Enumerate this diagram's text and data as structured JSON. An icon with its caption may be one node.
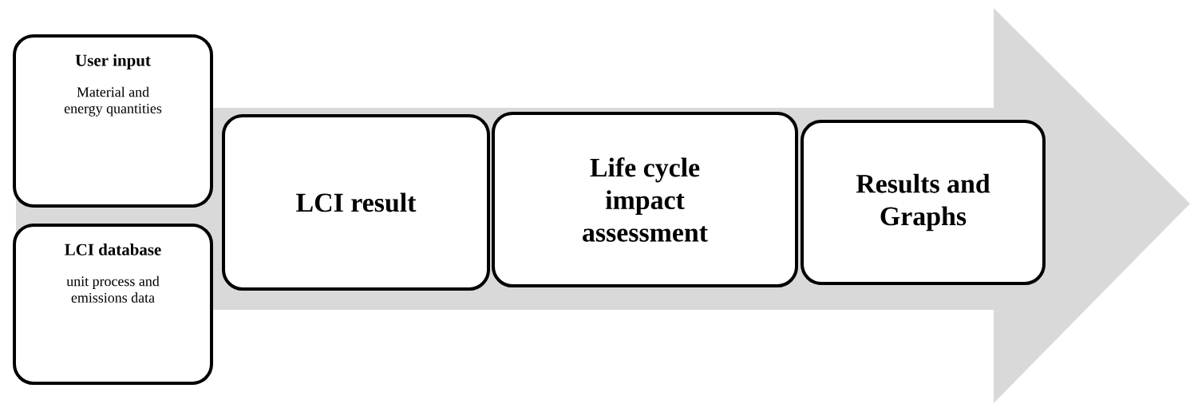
{
  "diagram": {
    "nodes": [
      {
        "text": [
          "User input",
          "Material  and energy quantities"
        ]
      },
      {
        "text": [
          "LCI database",
          "unit process and emissions data"
        ]
      },
      {
        "text": [
          "LCI result"
        ]
      },
      {
        "text": [
          "Life cycle impact assessment"
        ]
      },
      {
        "text": [
          "Results and Graphs"
        ]
      }
    ]
  }
}
